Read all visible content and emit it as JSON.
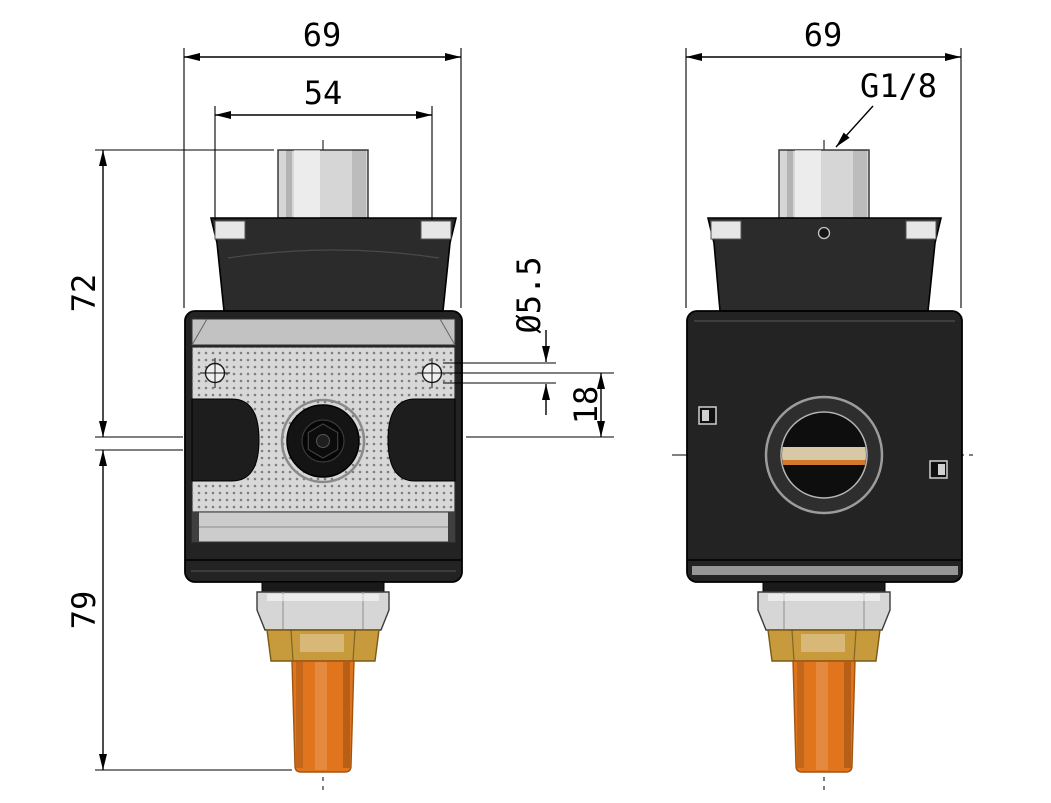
{
  "front_view": {
    "dim_overall_width": "69",
    "dim_top_width": "54",
    "dim_upper_height": "72",
    "dim_lower_height": "79",
    "dim_hole_diameter": "Ø5.5",
    "dim_hole_offset": "18"
  },
  "side_view": {
    "dim_overall_width": "69",
    "port_thread": "G1/8"
  },
  "colors": {
    "background": "#ffffff",
    "line": "#000000",
    "body_dark": "#232323",
    "bonnet_dark": "#2b2b2b",
    "panel_gray": "#d8d8d8",
    "chamfer_gray": "#c2c2c2",
    "band_gray": "#cccccc",
    "metal_light": "#d6d6d6",
    "brass": "#c79a3b",
    "tube_orange": "#e0751d",
    "sight_tan": "#d8c9a4",
    "sight_orange": "#d2792b"
  }
}
